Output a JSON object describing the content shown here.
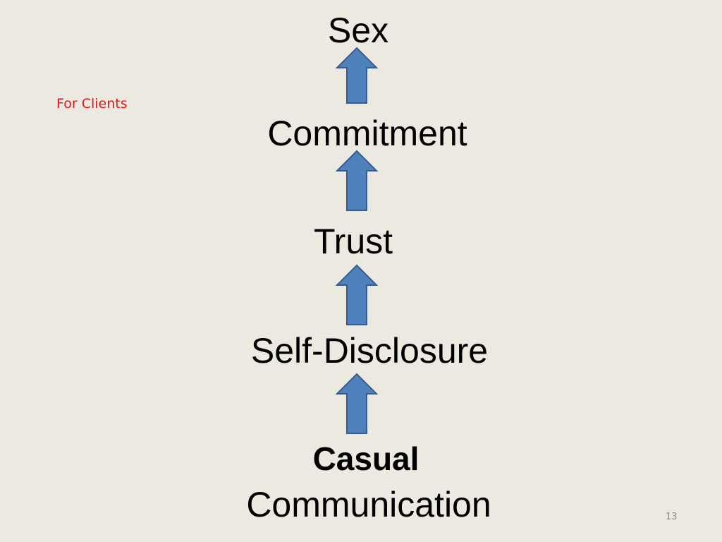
{
  "slide": {
    "note": "For Clients",
    "note_color": "#E8141B",
    "page_number": "13",
    "arrow_fill": "#4F81BD",
    "arrow_stroke": "#385D8A",
    "steps": [
      {
        "label": "Sex"
      },
      {
        "label": "Commitment"
      },
      {
        "label": "Trust"
      },
      {
        "label": "Self-Disclosure"
      },
      {
        "label_bold": "Casual",
        "label": "Communication"
      }
    ]
  }
}
